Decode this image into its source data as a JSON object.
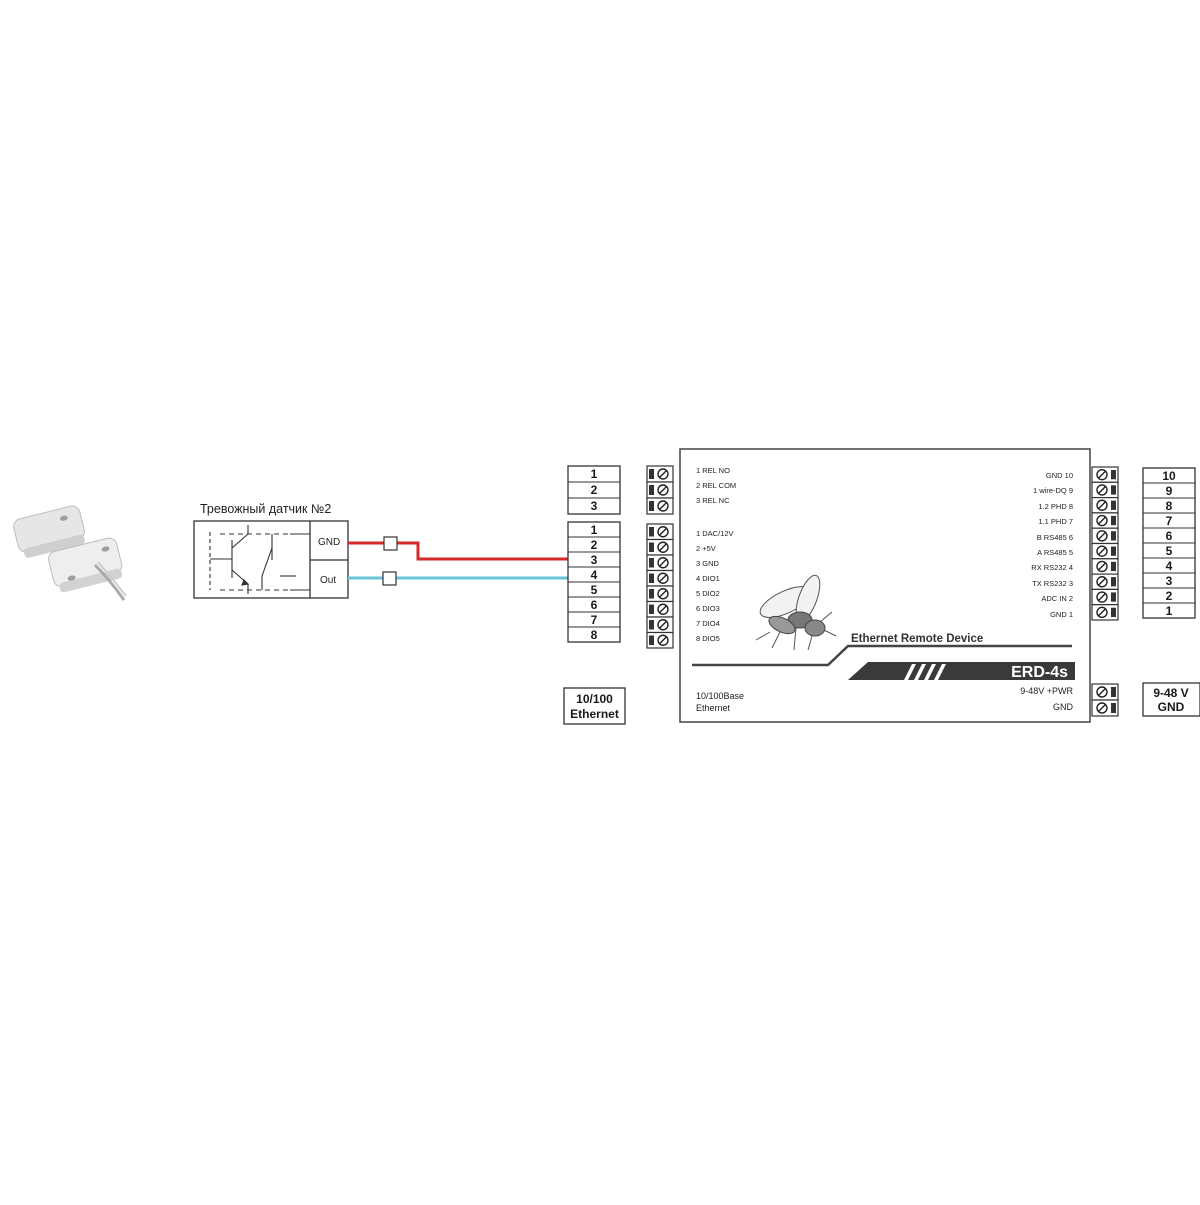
{
  "sensor": {
    "title": "Тревожный датчик №2",
    "pins": [
      "GND",
      "Out"
    ]
  },
  "left_blocks": {
    "relay": [
      "1",
      "2",
      "3"
    ],
    "dio": [
      "1",
      "2",
      "3",
      "4",
      "5",
      "6",
      "7",
      "8"
    ],
    "ethernet": [
      "10/100",
      "Ethernet"
    ]
  },
  "device": {
    "relay_labels": [
      "1 REL NO",
      "2 REL COM",
      "3 REL NC"
    ],
    "dio_labels": [
      "1 DAC/12V",
      "2 +5V",
      "3 GND",
      "4 DIO1",
      "5 DIO2",
      "6 DIO3",
      "7 DIO4",
      "8 DIO5"
    ],
    "right_labels": [
      "GND 10",
      "1 wire-DQ 9",
      "1.2 PHD 8",
      "1.1 PHD 7",
      "B RS485 6",
      "A RS485 5",
      "RX RS232 4",
      "TX RS232 3",
      "ADC IN 2",
      "GND  1"
    ],
    "brand_line": "Ethernet Remote Device",
    "model": "ERD-4s",
    "ethernet_label": [
      "10/100Base",
      "Ethernet"
    ],
    "power_labels": [
      "9-48V +PWR",
      "GND"
    ]
  },
  "right_blocks": {
    "numbers": [
      "10",
      "9",
      "8",
      "7",
      "6",
      "5",
      "4",
      "3",
      "2",
      "1"
    ],
    "power": [
      "9-48 V",
      "GND"
    ]
  },
  "colors": {
    "wire_gnd": "#d42a2a",
    "wire_out": "#6ac4d6",
    "outline": "#333333"
  }
}
